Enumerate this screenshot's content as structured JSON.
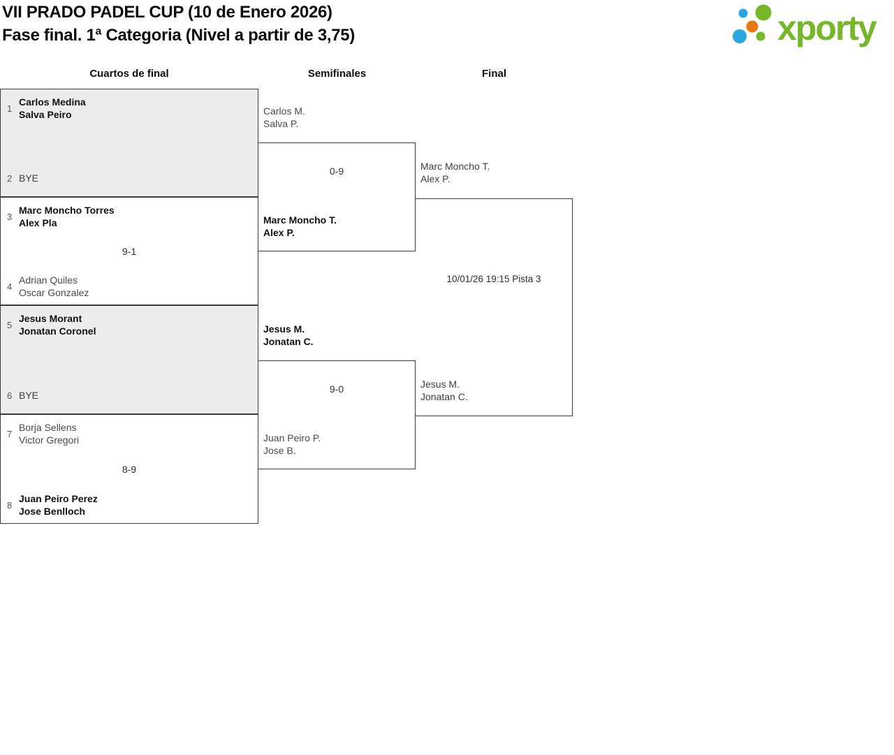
{
  "header": {
    "title_line1": "VII PRADO PADEL CUP (10 de Enero 2026)",
    "title_line2": "Fase final. 1ª Categoria (Nivel a partir de 3,75)",
    "logo_text": "xporty"
  },
  "columns": [
    "Cuartos de final",
    "Semifinales",
    "Final"
  ],
  "bracket": {
    "quarterfinals": [
      {
        "seed_top": "1",
        "top_1": "Carlos Medina",
        "top_2": "Salva Peiro",
        "score": "",
        "seed_bottom": "2",
        "bottom_1": "BYE"
      },
      {
        "seed_top": "3",
        "top_1": "Marc Moncho Torres",
        "top_2": "Alex Pla",
        "score": "9-1",
        "seed_bottom": "4",
        "bottom_1": "Adrian Quiles",
        "bottom_2": "Oscar Gonzalez"
      },
      {
        "seed_top": "5",
        "top_1": "Jesus Morant",
        "top_2": "Jonatan Coronel",
        "score": "",
        "seed_bottom": "6",
        "bottom_1": "BYE"
      },
      {
        "seed_top": "7",
        "top_1": "Borja Sellens",
        "top_2": "Victor Gregori",
        "score": "8-9",
        "seed_bottom": "8",
        "bottom_1": "Juan Peiro Perez",
        "bottom_2": "Jose Benlloch"
      }
    ],
    "semifinals": [
      {
        "top_1": "Carlos M.",
        "top_2": "Salva P.",
        "score": "0-9",
        "bottom_1": "Marc Moncho T.",
        "bottom_2": "Alex P."
      },
      {
        "top_1": "Jesus M.",
        "top_2": "Jonatan C.",
        "score": "9-0",
        "bottom_1": "Juan Peiro P.",
        "bottom_2": "Jose B."
      }
    ],
    "final": {
      "top_1": "Marc Moncho T.",
      "top_2": "Alex P.",
      "schedule": "10/01/26 19:15 Pista 3",
      "bottom_1": "Jesus M.",
      "bottom_2": "Jonatan C."
    }
  },
  "colors": {
    "logo_green": "#76b82a",
    "logo_blue": "#29a7e0",
    "logo_orange": "#e87811",
    "bracket_border": "#3c3c3c",
    "shaded_match": "#ececec"
  }
}
